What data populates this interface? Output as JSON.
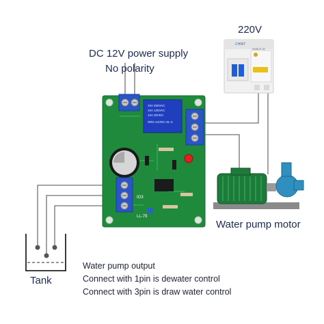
{
  "labels": {
    "supply_line1": "DC 12V power supply",
    "supply_line2": "No polarity",
    "mains": "220V",
    "motor": "Water pump motor",
    "tank": "Tank"
  },
  "notes": [
    "Water pump output",
    "Connect with 1pin is dewater control",
    "Connect with 3pin is draw water control"
  ],
  "board": {
    "relay_text": [
      "10A 250VAC",
      "10A 125VAC",
      "10A 30VDC",
      "SRD-12VDC-SL-C"
    ],
    "silk_io": "IO3",
    "silk_part": "LL-79"
  },
  "breaker": {
    "brand": "CHINT",
    "model": "NXBLE-32"
  },
  "colors": {
    "pcb": "#1f8a3c",
    "relay": "#1f3fbf",
    "terminal": "#2a55c8",
    "wire": "#6a6a6a",
    "motor": "#1e7a3a",
    "pump": "#2f8fbf",
    "text": "#1b2a55"
  }
}
